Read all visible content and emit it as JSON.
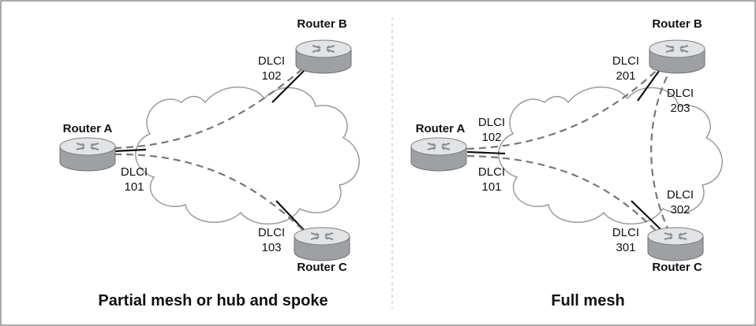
{
  "diagrams": [
    {
      "caption": "Partial mesh or hub and spoke",
      "routers": {
        "a": "Router A",
        "b": "Router B",
        "c": "Router C"
      },
      "dlci": {
        "a": [
          "DLCI",
          "101"
        ],
        "b": [
          "DLCI",
          "102"
        ],
        "c": [
          "DLCI",
          "103"
        ]
      }
    },
    {
      "caption": "Full mesh",
      "routers": {
        "a": "Router A",
        "b": "Router B",
        "c": "Router C"
      },
      "dlci": {
        "a_to_b": [
          "DLCI",
          "102"
        ],
        "a_to_c": [
          "DLCI",
          "101"
        ],
        "b_to_a": [
          "DLCI",
          "201"
        ],
        "b_to_c": [
          "DLCI",
          "203"
        ],
        "c_to_b": [
          "DLCI",
          "302"
        ],
        "c_to_a": [
          "DLCI",
          "301"
        ]
      }
    }
  ],
  "colors": {
    "cloud_fill": "#ffffff",
    "cloud_stroke": "#888888",
    "link_solid": "#111111",
    "link_dashed": "#777777",
    "router_body": "#b9bbbe",
    "router_dark": "#8a8c90",
    "router_top": "#e4e5e7",
    "border": "#555555"
  },
  "icons": [
    "router-icon",
    "cloud-icon"
  ]
}
